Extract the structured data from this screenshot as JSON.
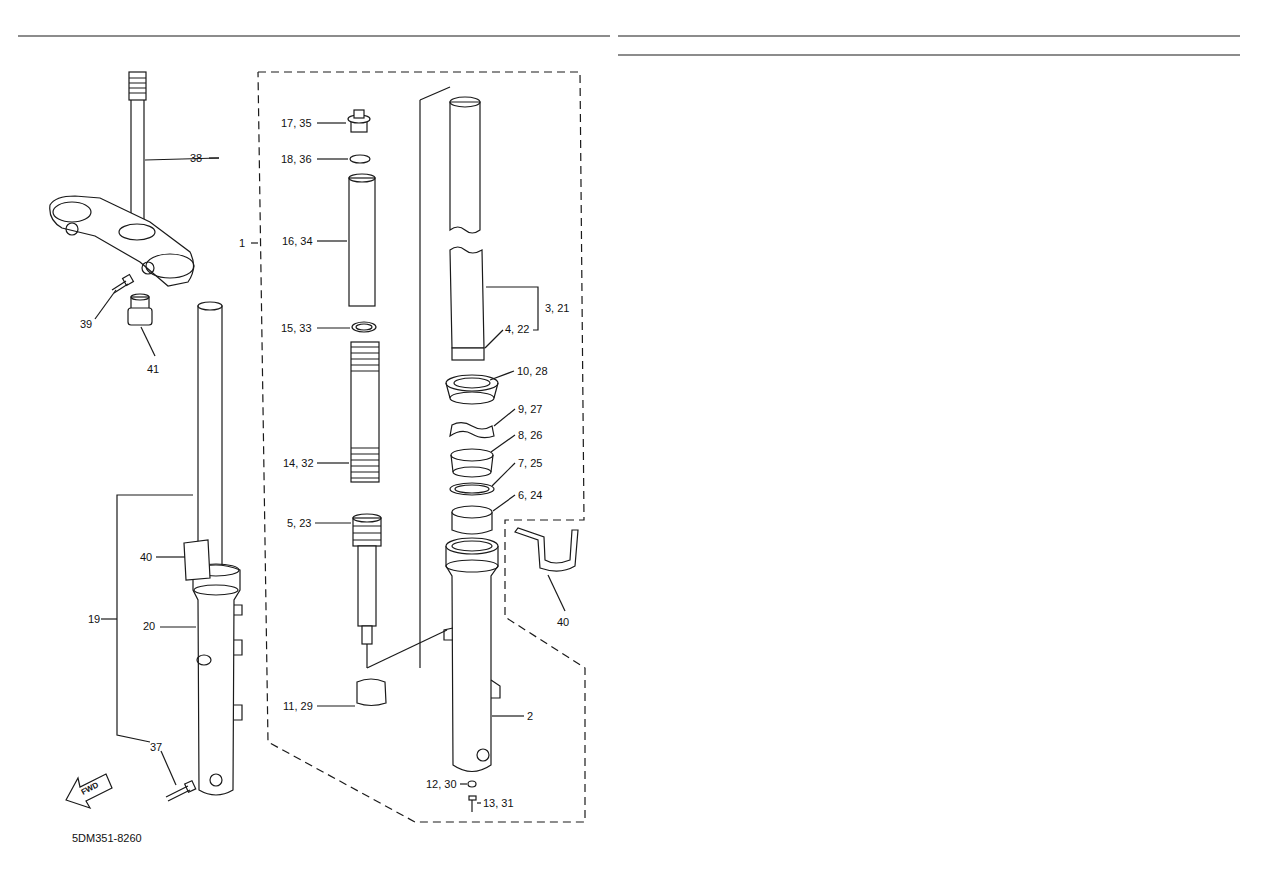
{
  "diagram": {
    "labels": [
      "17, 35",
      "18, 36",
      "16, 34",
      "1",
      "15, 33",
      "14, 32",
      "5, 23",
      "11, 29",
      "3, 21",
      "4, 22",
      "10, 28",
      "9, 27",
      "8, 26",
      "7, 25",
      "6, 24",
      "40",
      "2",
      "12, 30",
      "13, 31",
      "38",
      "39",
      "41",
      "40",
      "19",
      "20",
      "37",
      "FWD",
      "5DM351-8260"
    ]
  }
}
